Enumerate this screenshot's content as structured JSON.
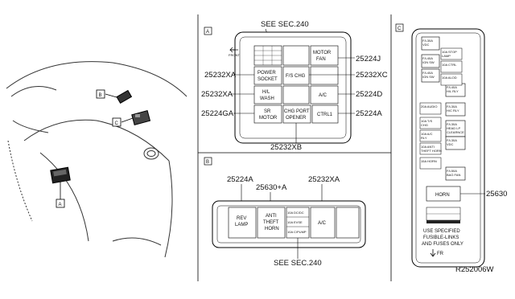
{
  "overview": {
    "callouts": [
      "A",
      "B",
      "C"
    ]
  },
  "panel_a": {
    "letter": "A",
    "see_sec_top": "SEE SEC.240",
    "front_label": "FRONT",
    "relays": {
      "motor_fan": [
        "MOTOR",
        "FAN"
      ],
      "power_socket": [
        "POWER",
        "SOCKET"
      ],
      "fp_chg": [
        "F/S CHG"
      ],
      "hl_wash": [
        "H/L",
        "WASH"
      ],
      "ac": [
        "A/C"
      ],
      "sr_motor": [
        "SR",
        "MOTOR"
      ],
      "chg_port_opener": [
        "CHG PORT",
        "OPENER"
      ],
      "ctrl1": [
        "CTRL1"
      ]
    },
    "part_numbers": {
      "top_right": "25224J",
      "left_1": "25232XA",
      "right_1": "25232XC",
      "left_2": "25232XA",
      "right_2": "25224D",
      "left_3": "25224GA",
      "right_3": "25224A",
      "bottom": "25232XB"
    }
  },
  "panel_b": {
    "letter": "B",
    "part_numbers": {
      "p1": "25224A",
      "p2": "25630+A",
      "p3": "25232XA"
    },
    "relays": {
      "rev_lamp": [
        "REV",
        "LAMP"
      ],
      "anti_theft_horn": [
        "ANTI",
        "THEFT",
        "HORN"
      ],
      "fuse_block": [
        "10A DC/DC",
        "10A EVSE",
        "10A C/PUMP"
      ],
      "ac": [
        "A/C"
      ]
    },
    "see_sec_bottom": "SEE SEC.240"
  },
  "panel_c": {
    "letter": "C",
    "fuses": [
      [
        "F/L30A",
        "VDC"
      ],
      [
        "F/L40A",
        "IGN SW"
      ],
      [
        "F/L40A",
        "IGN SW"
      ],
      [
        "F/L40A",
        "H/L RLY"
      ],
      [
        "F/L30A",
        "H/C RLY"
      ],
      [
        "F/L30A",
        "HEAD LP",
        "CLEARNCE"
      ],
      [
        "F/L30A",
        "VDC"
      ],
      [
        "F/L50A",
        "BAG FAN"
      ]
    ],
    "small_fuses": [
      "10A STOP LAMP",
      "10A CTRL",
      "10A ALOD",
      "20A AUDIO",
      "10A T/S CHG",
      "10A A/C RLY",
      "10A ANTI THEFT HORN",
      "15A HORN"
    ],
    "horn_relay": "HORN",
    "horn_part": "25630",
    "notice": [
      "USE SPECIFIED",
      "FUSIBLE-LINKS",
      "AND FUSES ONLY"
    ],
    "fr_label": "FR"
  },
  "diagram_code": "R252006W"
}
